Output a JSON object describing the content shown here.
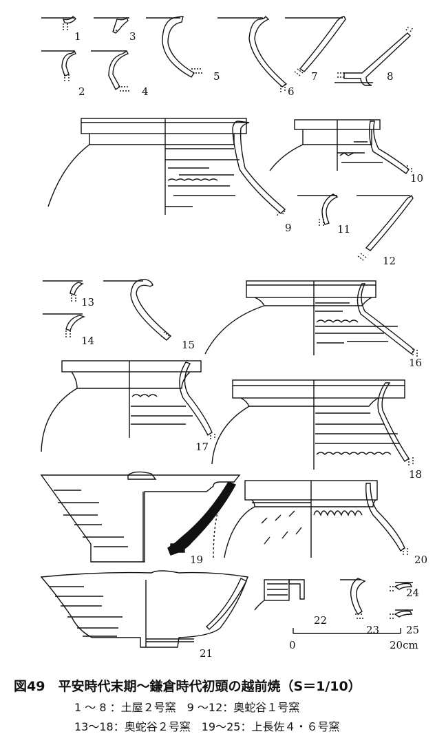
{
  "figure": {
    "caption": "図49　平安時代末期〜鎌倉時代初頭の越前焼（S＝1/10）",
    "legend_line1": "1 〜 8 ：土屋２号窯　9 〜12：奥蛇谷１号窯",
    "legend_line2": "13〜18：奥蛇谷２号窯　19〜25：上長佐４・６号窯",
    "scale": {
      "start": "0",
      "end": "20cm"
    },
    "labels": [
      "1",
      "2",
      "3",
      "4",
      "5",
      "6",
      "7",
      "8",
      "9",
      "10",
      "11",
      "12",
      "13",
      "14",
      "15",
      "16",
      "17",
      "18",
      "19",
      "20",
      "21",
      "22",
      "23",
      "24",
      "25"
    ]
  }
}
